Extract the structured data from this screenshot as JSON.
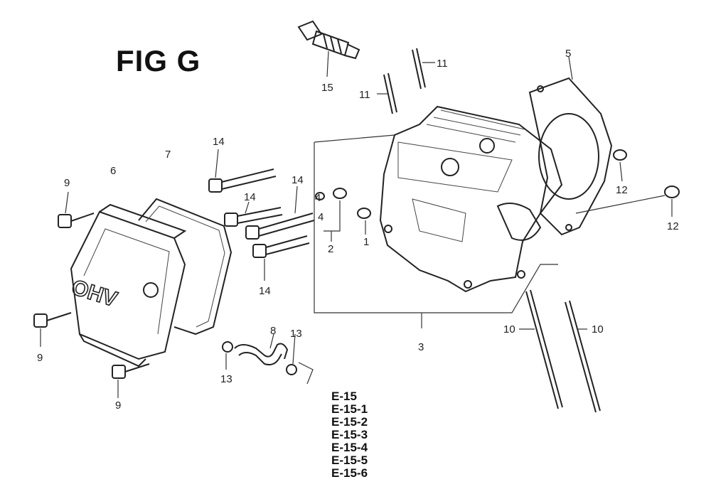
{
  "figure": {
    "title": "FIG G"
  },
  "callouts": [
    {
      "id": "c1",
      "text": "1"
    },
    {
      "id": "c2",
      "text": "2"
    },
    {
      "id": "c3",
      "text": "3"
    },
    {
      "id": "c4a",
      "text": "4"
    },
    {
      "id": "c4b",
      "text": "4"
    },
    {
      "id": "c5",
      "text": "5"
    },
    {
      "id": "c6",
      "text": "6"
    },
    {
      "id": "c7",
      "text": "7"
    },
    {
      "id": "c8",
      "text": "8"
    },
    {
      "id": "c9a",
      "text": "9"
    },
    {
      "id": "c9b",
      "text": "9"
    },
    {
      "id": "c9c",
      "text": "9"
    },
    {
      "id": "c10a",
      "text": "10"
    },
    {
      "id": "c10b",
      "text": "10"
    },
    {
      "id": "c11a",
      "text": "11"
    },
    {
      "id": "c11b",
      "text": "11"
    },
    {
      "id": "c12a",
      "text": "12"
    },
    {
      "id": "c12b",
      "text": "12"
    },
    {
      "id": "c13a",
      "text": "13"
    },
    {
      "id": "c13b",
      "text": "13"
    },
    {
      "id": "c14a",
      "text": "14"
    },
    {
      "id": "c14b",
      "text": "14"
    },
    {
      "id": "c14c",
      "text": "14"
    },
    {
      "id": "c14d",
      "text": "14"
    },
    {
      "id": "c15",
      "text": "15"
    }
  ],
  "cover_lettering": "OHV",
  "references": [
    "E-15",
    "E-15-1",
    "E-15-2",
    "E-15-3",
    "E-15-4",
    "E-15-5",
    "E-15-6"
  ]
}
